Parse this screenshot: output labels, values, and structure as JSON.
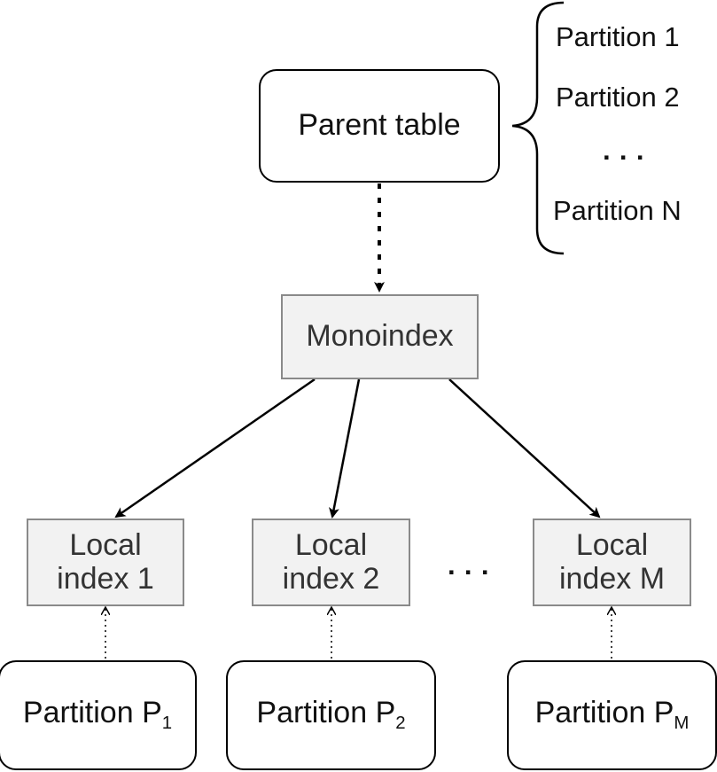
{
  "parent_table": "Parent table",
  "partitions_list": [
    "Partition 1",
    "Partition 2",
    "· · ·",
    "Partition N"
  ],
  "monoindex": "Monoindex",
  "local_indexes": [
    {
      "line1": "Local",
      "line2": "index 1"
    },
    {
      "line1": "Local",
      "line2": "index 2"
    },
    {
      "line1": "Local",
      "line2": "index M"
    }
  ],
  "local_gap": "· · ·",
  "partitions_bottom": [
    {
      "base": "Partition P",
      "sub": "1"
    },
    {
      "base": "Partition P",
      "sub": "2"
    },
    {
      "base": "Partition P",
      "sub": "M"
    }
  ]
}
